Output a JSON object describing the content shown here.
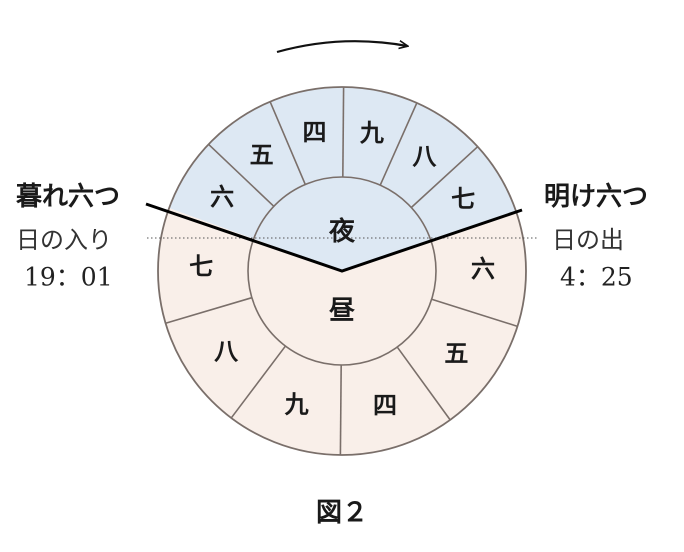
{
  "diagram": {
    "night_segments": [
      "六",
      "五",
      "四",
      "九",
      "八",
      "七"
    ],
    "day_segments": [
      "六",
      "五",
      "四",
      "九",
      "八",
      "七"
    ],
    "inner_night": "夜",
    "inner_day": "昼",
    "left_bold": "暮れ六つ",
    "left_light": "日の入り",
    "left_time": "19：01",
    "right_bold": "明け六つ",
    "right_light": "日の出",
    "right_time": "4：25",
    "caption": "図２",
    "colors": {
      "night": "#dde8f3",
      "day": "#f9efe9",
      "stroke": "#7a6f6a",
      "divider": "#000000"
    }
  }
}
